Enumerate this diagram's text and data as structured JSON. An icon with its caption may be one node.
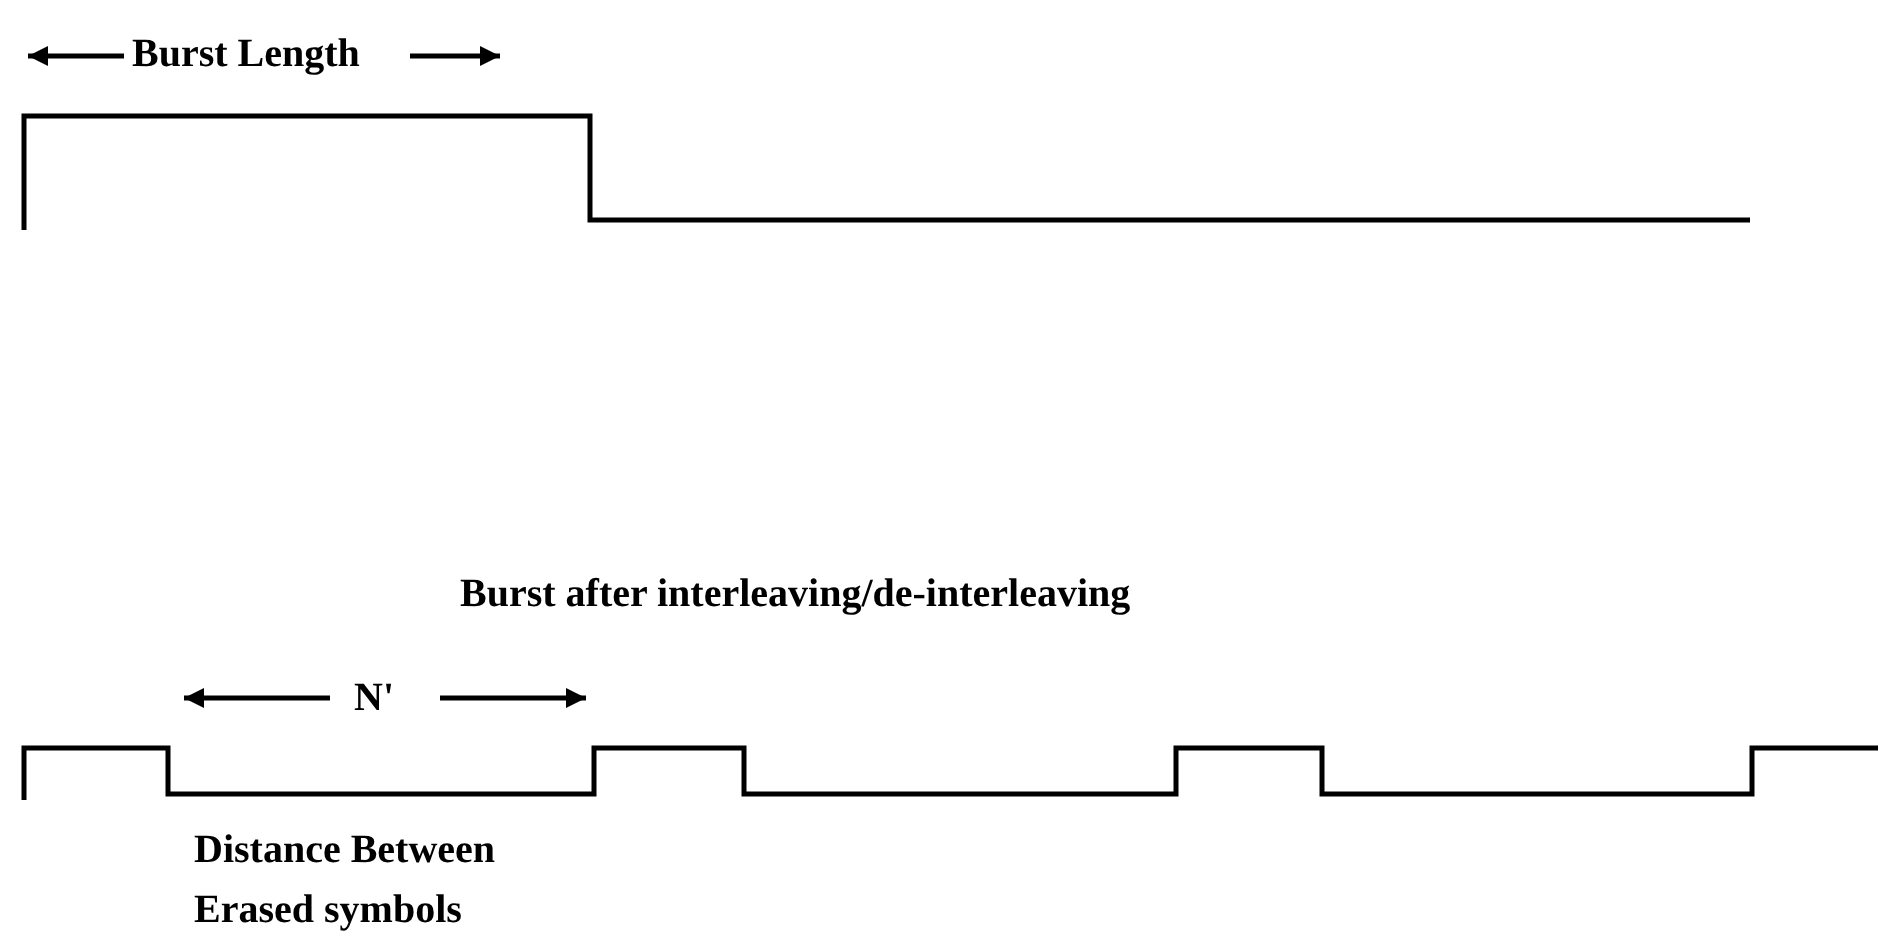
{
  "diagram": {
    "labels": [
      "Burst Length",
      "Burst after interleaving/de-interleaving",
      "N'",
      "Distance Between Erased symbols"
    ]
  }
}
